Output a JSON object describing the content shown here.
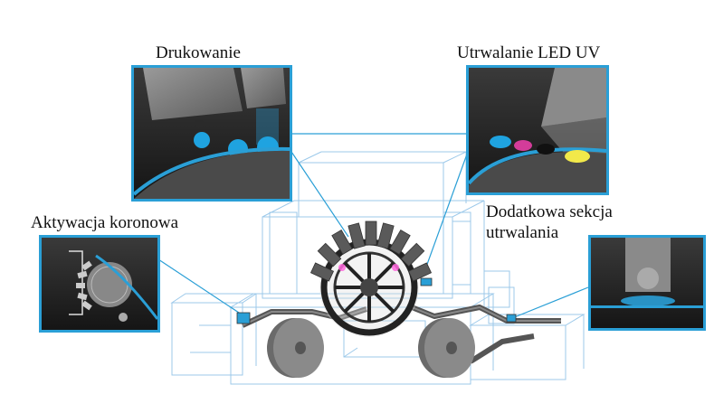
{
  "labels": {
    "printing": "Drukowanie",
    "uv_curing": "Utrwalanie LED UV",
    "corona": "Aktywacja koronowa",
    "extra_curing_line1": "Dodatkowa sekcja",
    "extra_curing_line2": "utrwalania"
  },
  "colors": {
    "accent": "#2a9fd6",
    "wireframe": "#8fc4e8",
    "ink_cyan": "#1fa3e0",
    "ink_magenta": "#d43c9a",
    "ink_yellow": "#f2e94a"
  }
}
